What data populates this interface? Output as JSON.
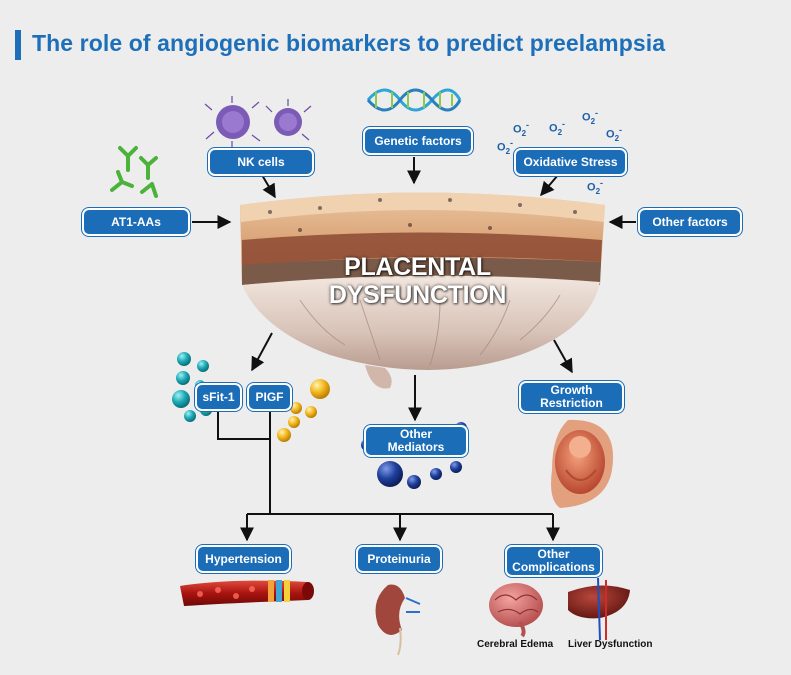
{
  "title": "The role of angiogenic biomarkers to predict preelampsia",
  "center_label": [
    "PLACENTAL",
    "DYSFUNCTION"
  ],
  "boxes": {
    "nk_cells": "NK cells",
    "genetic_factors": "Genetic factors",
    "oxidative_stress": "Oxidative Stress",
    "at1_aas": "AT1-AAs",
    "other_factors": "Other factors",
    "sfit1": "sFit-1",
    "pigf": "PIGF",
    "growth_restriction": [
      "Growth",
      "Restriction"
    ],
    "other_mediators": [
      "Other",
      "Mediators"
    ],
    "hypertension": "Hypertension",
    "proteinuria": "Proteinuria",
    "other_complications": [
      "Other",
      "Complications"
    ]
  },
  "captions": {
    "cerebral_edema": "Cerebral Edema",
    "liver_dysfunction": "Liver Dysfunction"
  },
  "o2_symbol": "O2 -",
  "colors": {
    "box_blue": "#1b6db8",
    "title_blue": "#1c6fb8",
    "background": "#ededed",
    "teal_sphere": "#1aa9b5",
    "gold_sphere": "#f2b51c",
    "navy_sphere": "#1f3f9c"
  },
  "icons": [
    "nk-cell-icon",
    "dna-icon",
    "antibody-icon",
    "placenta-icon",
    "fetus-icon",
    "blood-vessel-icon",
    "kidney-icon",
    "brain-icon",
    "liver-icon"
  ]
}
